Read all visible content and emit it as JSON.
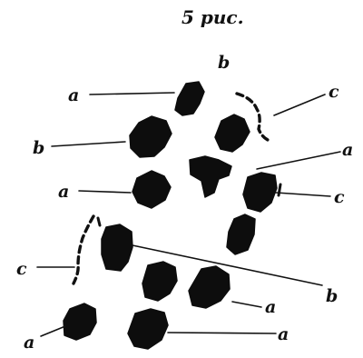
{
  "figure": {
    "title": "5 рис.",
    "labels": {
      "a": "a",
      "b": "b",
      "c": "c"
    }
  }
}
